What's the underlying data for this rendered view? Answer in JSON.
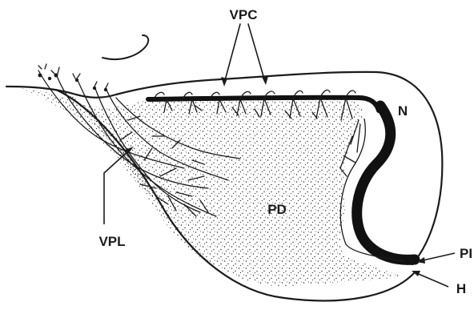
{
  "labels": {
    "vpc": "VPC",
    "n": "N",
    "pd": "PD",
    "vpl": "VPL",
    "pi": "PI",
    "h": "H"
  },
  "colors": {
    "ink": "#1b1b1b",
    "background": "#ffffff",
    "stipple": "#2a2a2a"
  }
}
